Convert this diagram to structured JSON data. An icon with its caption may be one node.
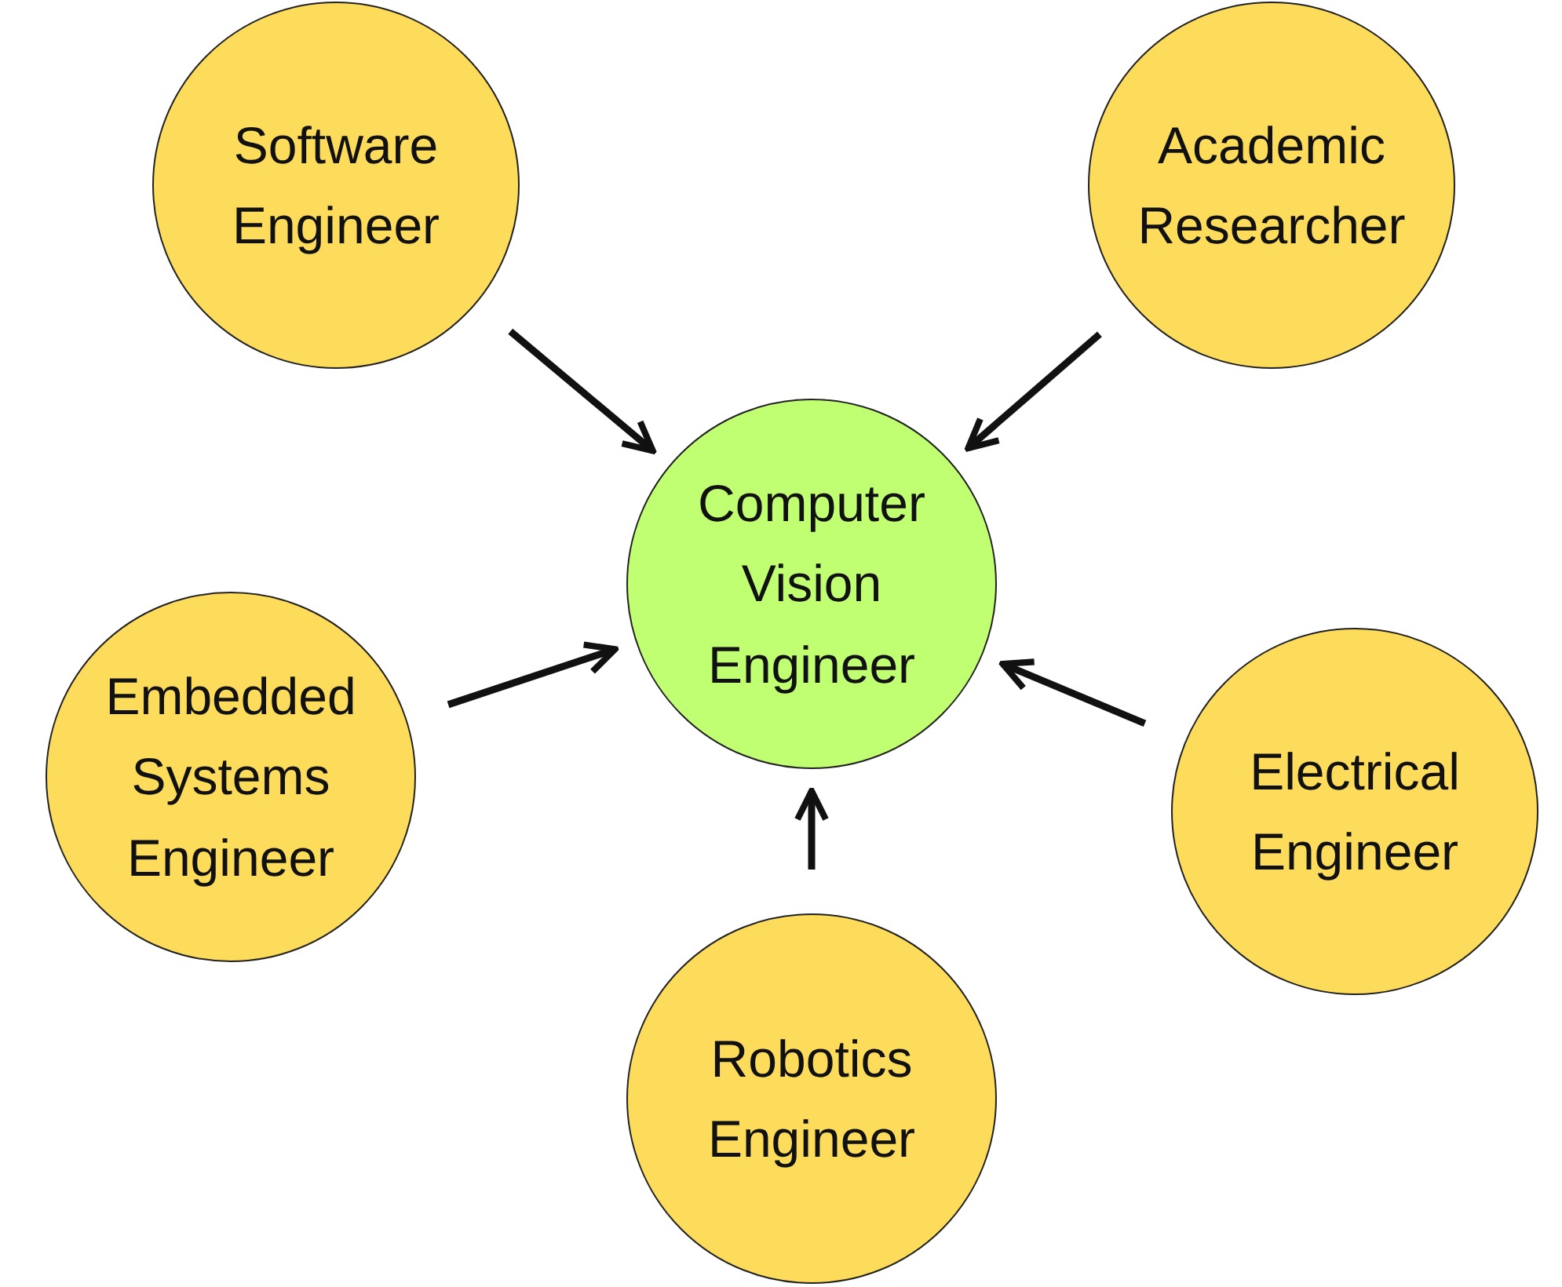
{
  "diagram": {
    "nodes": [
      {
        "text": [
          "Software Engineer"
        ]
      },
      {
        "text": [
          "Academic Researcher"
        ]
      },
      {
        "text": [
          "Computer Vision Engineer"
        ]
      },
      {
        "text": [
          "Embedded Systems Engineer"
        ]
      },
      {
        "text": [
          "Electrical Engineer"
        ]
      },
      {
        "text": [
          "Robotics Engineer"
        ]
      }
    ],
    "edges": [
      {
        "from": 0,
        "to": 2,
        "arrow": "to"
      },
      {
        "from": 1,
        "to": 2,
        "arrow": "to"
      },
      {
        "from": 3,
        "to": 2,
        "arrow": "to"
      },
      {
        "from": 4,
        "to": 2,
        "arrow": "to"
      },
      {
        "from": 5,
        "to": 2,
        "arrow": "to"
      }
    ]
  }
}
